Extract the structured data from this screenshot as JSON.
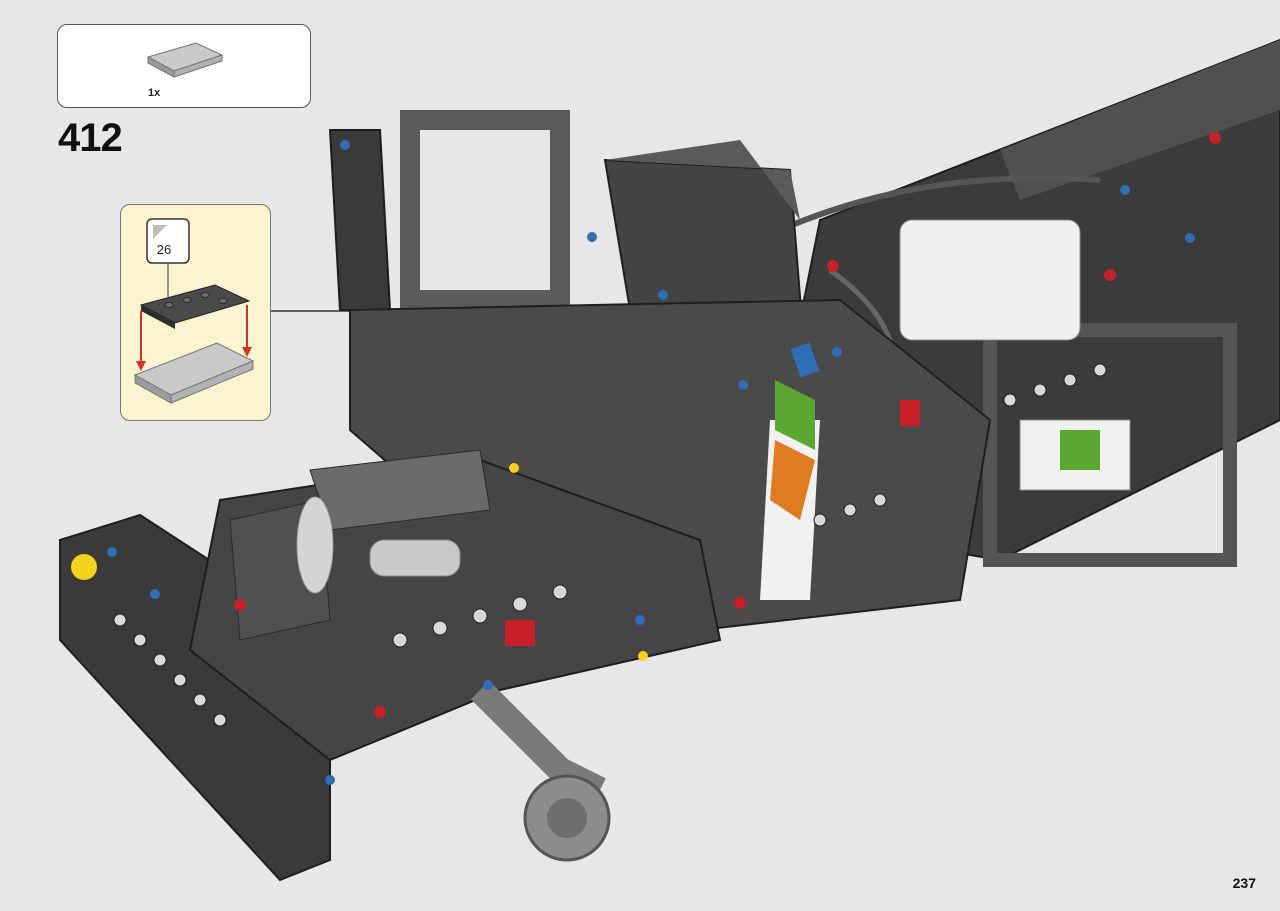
{
  "step": {
    "number": "412",
    "parts": [
      {
        "quantity": "1x",
        "part": "grey-flat-tile-icon"
      }
    ],
    "callout": {
      "reference_number": "26"
    }
  },
  "page": {
    "number": "237"
  },
  "colors": {
    "background": "#e7e7e7",
    "callout_background": "#fbf4d0",
    "arrow_red": "#d0312d",
    "beam_dark": "#3a3a3a",
    "beam_grey": "#8a8a8a",
    "pin_blue": "#2f6db5",
    "pin_red": "#c8202a",
    "pin_yellow": "#f3d21c",
    "accent_green": "#5aa832",
    "accent_orange": "#e07b22"
  }
}
